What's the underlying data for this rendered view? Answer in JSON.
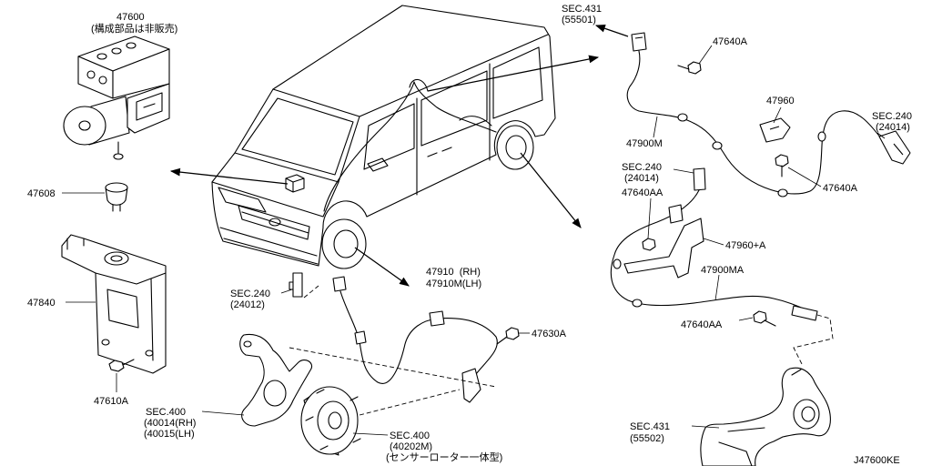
{
  "colors": {
    "line": "#000000",
    "background": "#ffffff"
  },
  "diagram": {
    "code": "J47600KE"
  },
  "labels": {
    "abs_actuator": {
      "part_no": "47600",
      "note": "(構成部品は非販売)"
    },
    "grommet": {
      "part_no": "47608"
    },
    "bracket": {
      "part_no": "47840"
    },
    "bracket_bolt": {
      "part_no": "47610A"
    },
    "front_harness_sec": {
      "sec": "SEC.240",
      "code": "(24012)"
    },
    "front_knuckle_sec": {
      "sec": "SEC.400",
      "rh": "(40014(RH)",
      "lh": "(40015(LH)"
    },
    "front_hub_sec": {
      "sec": "SEC.400",
      "code": "(40202M)",
      "note": "(センサーローター一体型)"
    },
    "front_sensor": {
      "rh": "47910  (RH)",
      "lh": "47910M(LH)"
    },
    "front_sensor_bolt": {
      "part_no": "47630A"
    },
    "rear_upper_sec": {
      "sec": "SEC.431",
      "code": "(55501)"
    },
    "rear_clip_bolt_top": {
      "part_no": "47640A"
    },
    "rear_bracket": {
      "part_no": "47960"
    },
    "rear_harness_sec_right": {
      "sec": "SEC.240",
      "code": "(24014)"
    },
    "rear_sensor_upper": {
      "part_no": "47900M"
    },
    "rear_harness_sec_left": {
      "sec": "SEC.240",
      "code": "(24014)"
    },
    "rear_bolt_aa_upper": {
      "part_no": "47640AA"
    },
    "rear_clip_bolt_right": {
      "part_no": "47640A"
    },
    "rear_bracket_a": {
      "part_no": "47960+A"
    },
    "rear_sensor_lower": {
      "part_no": "47900MA"
    },
    "rear_bolt_aa_lower": {
      "part_no": "47640AA"
    },
    "rear_lower_sec": {
      "sec": "SEC.431",
      "code": "(55502)"
    }
  }
}
